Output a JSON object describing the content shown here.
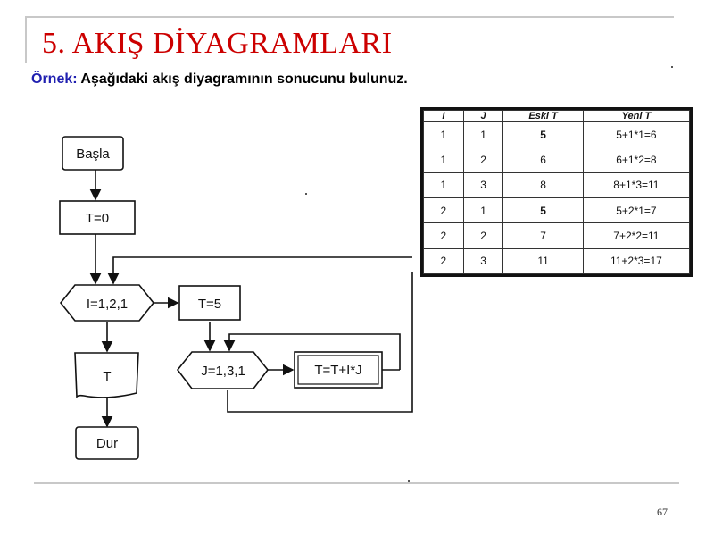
{
  "slide": {
    "title": "5. AKIŞ DİYAGRAMLARI",
    "subtitle_label": "Örnek:",
    "subtitle_text": " Aşağıdaki akış diyagramının sonucunu bulunuz.",
    "page_number": "67"
  },
  "flowchart": {
    "start": "Başla",
    "init": "T=0",
    "outer_loop": "I=1,2,1",
    "reset": "T=5",
    "inner_loop": "J=1,3,1",
    "compute": "T=T+I*J",
    "output": "T",
    "end": "Dur"
  },
  "trace_table": {
    "headers": [
      "I",
      "J",
      "Eski T",
      "Yeni T"
    ],
    "rows": [
      [
        "1",
        "1",
        "5",
        "5+1*1=6"
      ],
      [
        "1",
        "2",
        "6",
        "6+1*2=8"
      ],
      [
        "1",
        "3",
        "8",
        "8+1*3=11"
      ],
      [
        "2",
        "1",
        "5",
        "5+2*1=7"
      ],
      [
        "2",
        "2",
        "7",
        "7+2*2=11"
      ],
      [
        "2",
        "3",
        "11",
        "11+2*3=17"
      ]
    ]
  }
}
